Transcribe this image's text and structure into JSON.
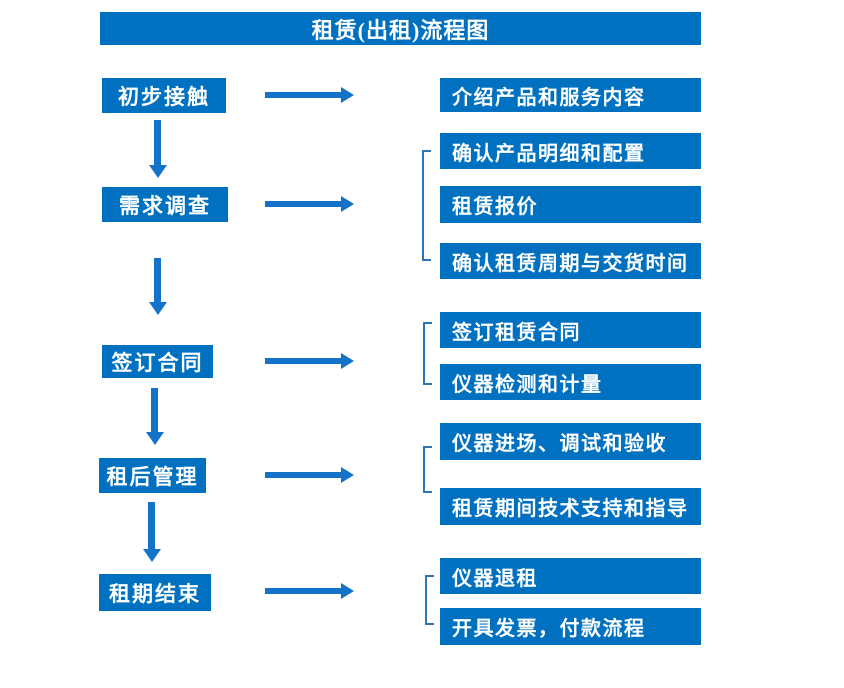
{
  "title": "租赁(出租)流程图",
  "colors": {
    "box_blue": "#0070C0",
    "arrow_blue": "#1472C8",
    "bracket_blue": "#2E75B6"
  },
  "left_steps": [
    {
      "label": "初步接触"
    },
    {
      "label": "需求调查"
    },
    {
      "label": "签订合同"
    },
    {
      "label": "租后管理"
    },
    {
      "label": "租期结束"
    }
  ],
  "right_items": [
    {
      "label": "介绍产品和服务内容"
    },
    {
      "label": "确认产品明细和配置"
    },
    {
      "label": "租赁报价"
    },
    {
      "label": "确认租赁周期与交货时间"
    },
    {
      "label": "签订租赁合同"
    },
    {
      "label": "仪器检测和计量"
    },
    {
      "label": "仪器进场、调试和验收"
    },
    {
      "label": "租赁期间技术支持和指导"
    },
    {
      "label": "仪器退租"
    },
    {
      "label": "开具发票，付款流程"
    }
  ]
}
